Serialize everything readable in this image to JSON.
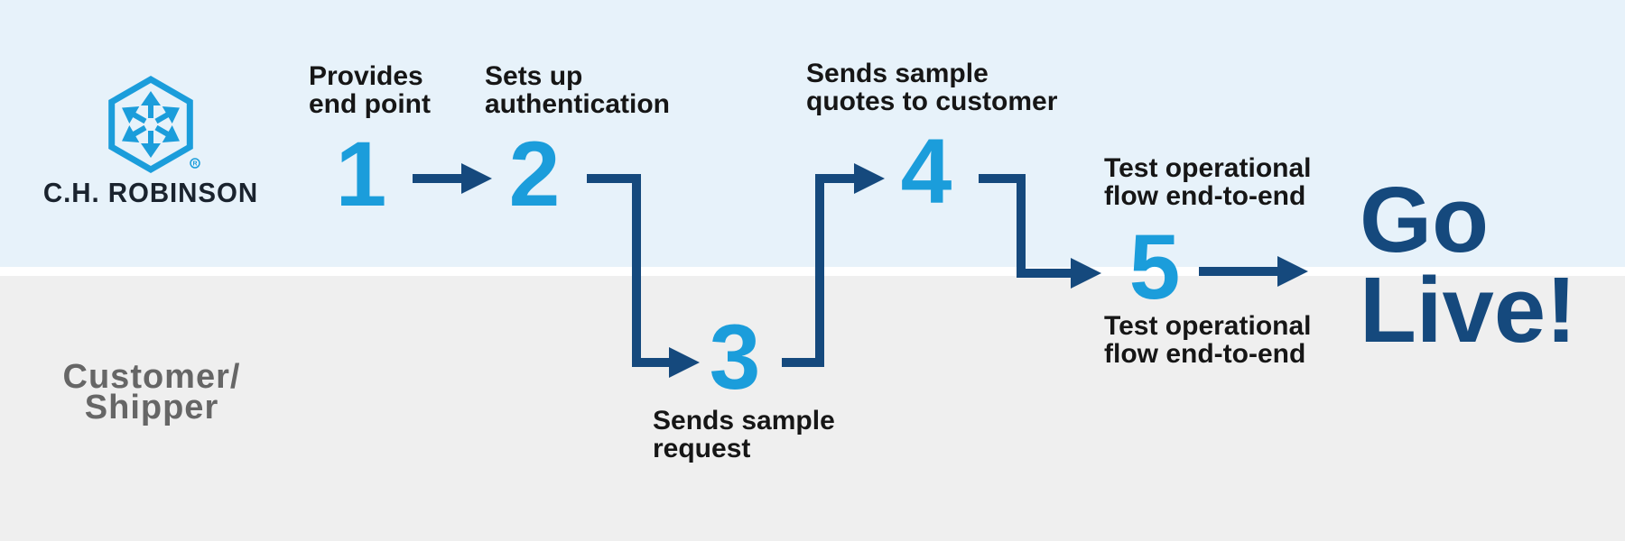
{
  "colors": {
    "band_top": "#E7F2FA",
    "band_bottom": "#EFEFEF",
    "divider": "#FFFFFF",
    "accent_blue": "#1B9DDB",
    "navy": "#15497D",
    "wordmark_dark": "#1A232E",
    "label_text": "#161616",
    "customer_gray": "#666666"
  },
  "brand": {
    "name": "C.H. ROBINSON",
    "registered_symbol": "R"
  },
  "lanes": {
    "bottom": {
      "lines": [
        "Customer/",
        "Shipper"
      ]
    }
  },
  "steps": [
    {
      "number": "1",
      "label_lines": [
        "Provides",
        "end point"
      ]
    },
    {
      "number": "2",
      "label_lines": [
        "Sets up",
        "authentication"
      ]
    },
    {
      "number": "3",
      "label_lines": [
        "Sends sample",
        "request"
      ]
    },
    {
      "number": "4",
      "label_lines": [
        "Sends sample",
        "quotes to customer"
      ]
    },
    {
      "number": "5",
      "label_top_lines": [
        "Test operational",
        "flow end-to-end"
      ],
      "label_bottom_lines": [
        "Test operational",
        "flow end-to-end"
      ]
    }
  ],
  "outcome": {
    "lines": [
      "Go",
      "Live!"
    ]
  }
}
